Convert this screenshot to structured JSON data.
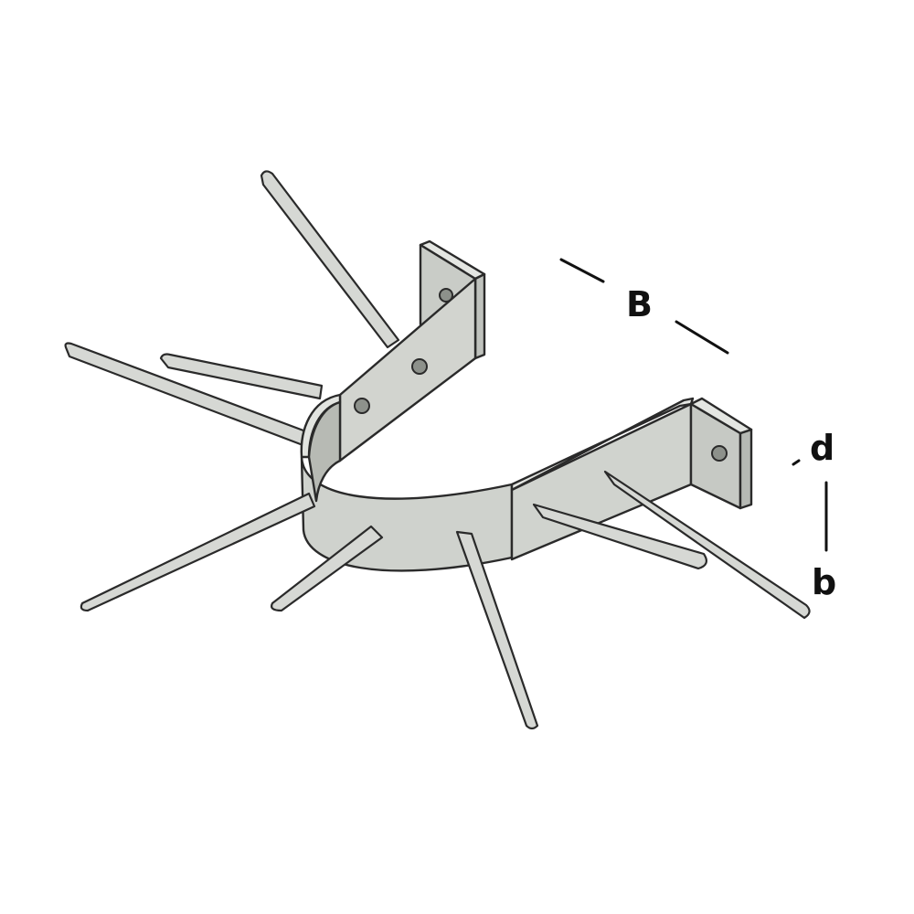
{
  "labels": {
    "width": "B",
    "thickness": "d",
    "height": "b"
  },
  "colors": {
    "metal_light": "#d9dbd7",
    "metal_mid": "#c4c7c2",
    "metal_dark": "#a9ada7",
    "outline": "#2a2a2a",
    "ink": "#111111"
  }
}
